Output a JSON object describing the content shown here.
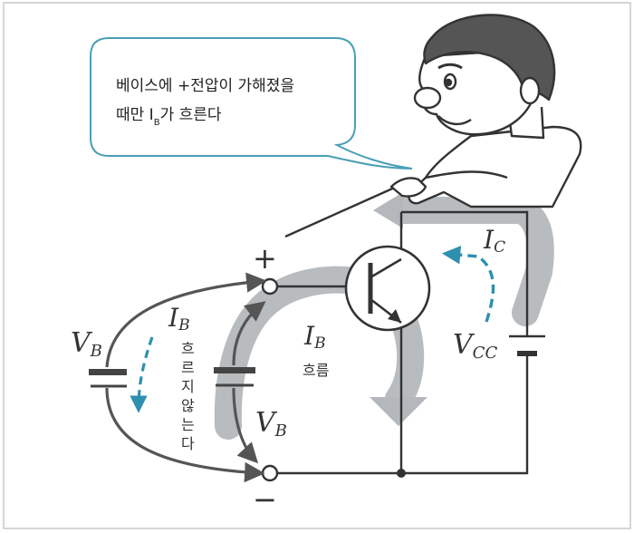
{
  "speech": {
    "line1": "베이스에 +전압이 가해졌을",
    "line2_pre": "때만 I",
    "line2_sub": "B",
    "line2_post": "가 흐른다"
  },
  "labels": {
    "plus": "+",
    "minus": "−",
    "ib_left_main": "I",
    "ib_left_sub": "B",
    "ib_center_main": "I",
    "ib_center_sub": "B",
    "ib_flow": "흐름",
    "ic_main": "I",
    "ic_sub": "C",
    "vb_left_main": "V",
    "vb_left_sub": "B",
    "vb_right_main": "V",
    "vb_right_sub": "B",
    "vcc_main": "V",
    "vcc_sub": "CC",
    "no_flow_chars": [
      "흐",
      "르",
      "지",
      "않",
      "는",
      "다"
    ]
  },
  "colors": {
    "line": "#333333",
    "flow_gray": "#b4b8bc",
    "blue": "#2f8fae",
    "bubble_stroke": "#4a9fb5"
  }
}
